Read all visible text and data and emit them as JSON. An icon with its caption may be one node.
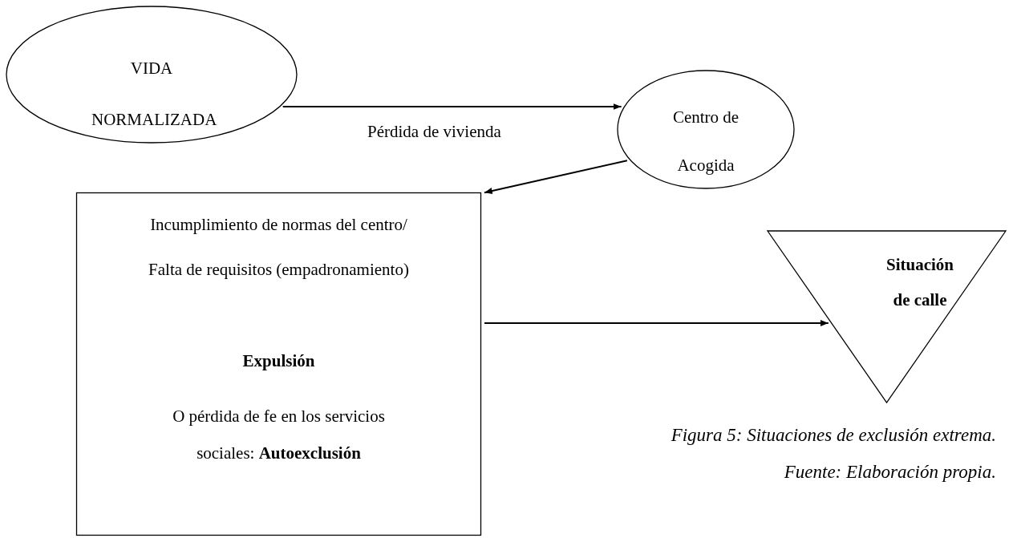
{
  "diagram": {
    "caption": "Figura 5: Situaciones de exclusión extrema. Fuente: Elaboración propia.",
    "nodes": [
      {
        "text": [
          "VIDA NORMALIZADA"
        ]
      },
      {
        "text": [
          "Centro de Acogida"
        ]
      },
      {
        "text": [
          "Incumplimiento de normas del centro/ Falta de requisitos (empadronamiento)",
          "Expulsión",
          "O pérdida de fe en los servicios sociales: **Autoexclusión**"
        ]
      },
      {
        "text": [
          "Situación de calle"
        ]
      }
    ],
    "edges": [
      {
        "from": 0,
        "to": 1,
        "arrow": "to",
        "label": "Pérdida de vivienda"
      },
      {
        "from": 1,
        "to": 2,
        "arrow": "to"
      },
      {
        "from": 2,
        "to": 3,
        "arrow": "to"
      }
    ]
  }
}
